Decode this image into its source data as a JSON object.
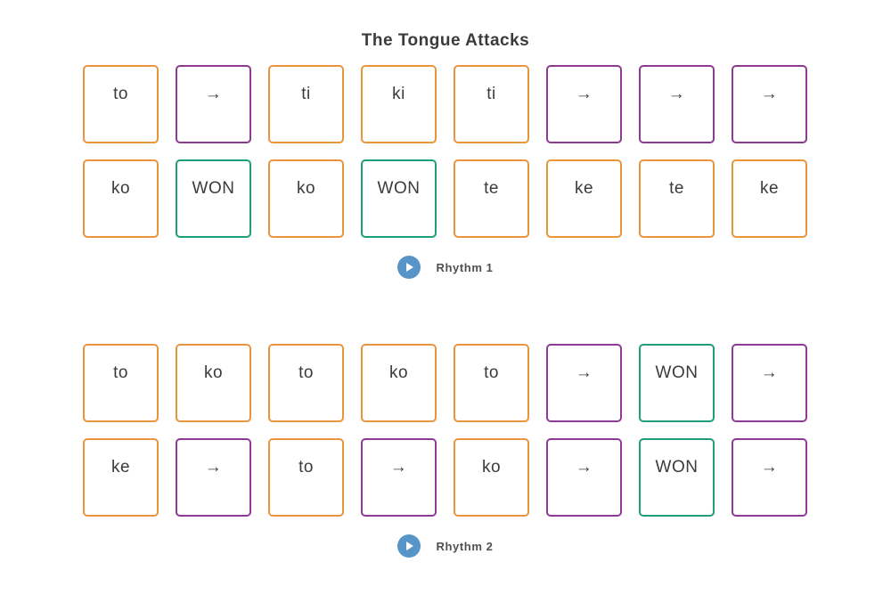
{
  "title": "The Tongue Attacks",
  "colors": {
    "orange": "#e8953c",
    "purple": "#8e3a94",
    "green": "#1f9e7b",
    "play_blue": "#5794c7",
    "text": "#3b3b3b"
  },
  "grids": [
    {
      "name": "rhythm-1-grid",
      "play_label": "Rhythm 1",
      "cards": [
        {
          "label": "to",
          "color": "orange"
        },
        {
          "label": "→",
          "color": "purple"
        },
        {
          "label": "ti",
          "color": "orange"
        },
        {
          "label": "ki",
          "color": "orange"
        },
        {
          "label": "ti",
          "color": "orange"
        },
        {
          "label": "→",
          "color": "purple"
        },
        {
          "label": "→",
          "color": "purple"
        },
        {
          "label": "→",
          "color": "purple"
        },
        {
          "label": "ko",
          "color": "orange"
        },
        {
          "label": "WON",
          "color": "green"
        },
        {
          "label": "ko",
          "color": "orange"
        },
        {
          "label": "WON",
          "color": "green"
        },
        {
          "label": "te",
          "color": "orange"
        },
        {
          "label": "ke",
          "color": "orange"
        },
        {
          "label": "te",
          "color": "orange"
        },
        {
          "label": "ke",
          "color": "orange"
        }
      ]
    },
    {
      "name": "rhythm-2-grid",
      "play_label": "Rhythm 2",
      "cards": [
        {
          "label": "to",
          "color": "orange"
        },
        {
          "label": "ko",
          "color": "orange"
        },
        {
          "label": "to",
          "color": "orange"
        },
        {
          "label": "ko",
          "color": "orange"
        },
        {
          "label": "to",
          "color": "orange"
        },
        {
          "label": "→",
          "color": "purple"
        },
        {
          "label": "WON",
          "color": "green"
        },
        {
          "label": "→",
          "color": "purple"
        },
        {
          "label": "ke",
          "color": "orange"
        },
        {
          "label": "→",
          "color": "purple"
        },
        {
          "label": "to",
          "color": "orange"
        },
        {
          "label": "→",
          "color": "purple"
        },
        {
          "label": "ko",
          "color": "orange"
        },
        {
          "label": "→",
          "color": "purple"
        },
        {
          "label": "WON",
          "color": "green"
        },
        {
          "label": "→",
          "color": "purple"
        }
      ]
    }
  ]
}
